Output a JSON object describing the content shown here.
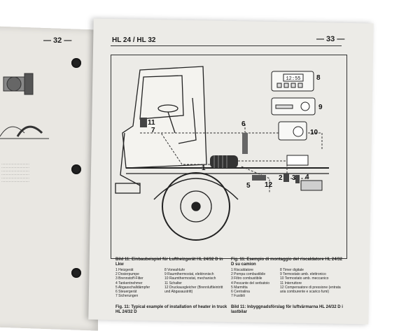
{
  "left_page": {
    "page_number": "— 32 —"
  },
  "right_page": {
    "header": "HL 24 / HL 32",
    "page_number": "— 33 —",
    "callouts": [
      "1",
      "2",
      "3",
      "4",
      "5",
      "6",
      "7",
      "8",
      "9",
      "10",
      "11",
      "12"
    ],
    "figures": [
      {
        "title": "Bild 11:  Einbaubeispiel für Luftheizgerät HL 24/32 D in Lkw",
        "items_left": [
          "1 Heizgerät",
          "2 Dosierpumpe",
          "3 Brennstoff-Filter",
          "4 Tankentnehmer",
          "5 Abgasschalldämpfer",
          "6 Steuergerät",
          "7 Sicherungen"
        ],
        "items_right": [
          "8 Vorwahluhr",
          "9 Raumthermostat, elektronisch",
          "10 Raumthermostat, mechanisch",
          "11 Schalter",
          "12 Druckausgleicher (Brennluftleintritt und Abgasaustritt)"
        ]
      },
      {
        "title": "Fig. 11:  Esempio di montaggio del riscaldatore HL 24/32 D su camion",
        "items_left": [
          "1 Riscaldatore",
          "2 Pompa combustibile",
          "3 Filtro combustibile",
          "4 Pescante del serbatoio",
          "5 Marmitta",
          "6 Centralina",
          "7 Fusibili"
        ],
        "items_right": [
          "8 Timer digitale",
          "9 Termostato amb. elettronico",
          "10 Termostato amb. meccanico",
          "11 Interruttore",
          "12 Compensatore di pressione (entrata aria comburente e scarico fumi)"
        ]
      }
    ],
    "bottom_titles": [
      "Fig. 11:  Typical example of installation of heater in truck HL 24/32 D",
      "Bild 11:  Inbyggnadsförslag för luftvärmarna HL 24/32 D i lastbilar"
    ],
    "timer_display": "12:55"
  }
}
